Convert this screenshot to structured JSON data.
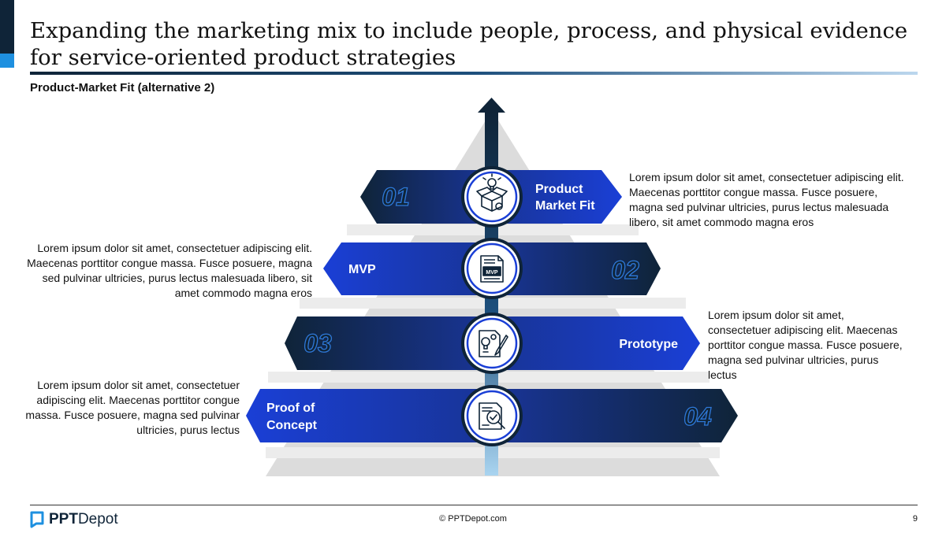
{
  "header": {
    "title": "Expanding the marketing mix to include people, process, and physical evidence for service-oriented product strategies",
    "subtitle": "Product-Market Fit (alternative 2)"
  },
  "colors": {
    "navy": "#0f2438",
    "blue": "#1a3fd6",
    "accent_light": "#1e90e0",
    "pyramid_gray": "#dcdcdc"
  },
  "stages": [
    {
      "number": "01",
      "label_line1": "Product",
      "label_line2": "Market Fit",
      "icon": "box-lightbulb-gear-icon",
      "description": "Lorem ipsum dolor sit amet, consectetuer adipiscing elit. Maecenas porttitor congue massa. Fusce posuere, magna sed pulvinar ultricies, purus lectus malesuada libero, sit amet commodo magna eros"
    },
    {
      "number": "02",
      "label_line1": "MVP",
      "label_line2": "",
      "icon": "mvp-document-icon",
      "icon_text": "MVP",
      "description": "Lorem ipsum dolor sit amet, consectetuer adipiscing elit. Maecenas porttitor congue massa. Fusce posuere, magna sed pulvinar ultricies, purus lectus malesuada libero, sit amet commodo magna eros"
    },
    {
      "number": "03",
      "label_line1": "Prototype",
      "label_line2": "",
      "icon": "blueprint-pencil-icon",
      "description": "Lorem ipsum dolor sit amet, consectetuer adipiscing elit. Maecenas porttitor congue massa. Fusce posuere, magna sed pulvinar ultricies, purus lectus"
    },
    {
      "number": "04",
      "label_line1": "Proof of",
      "label_line2": "Concept",
      "icon": "document-magnifier-check-icon",
      "description": "Lorem ipsum dolor sit amet, consectetuer adipiscing elit. Maecenas porttitor congue massa. Fusce posuere, magna sed pulvinar ultricies, purus lectus"
    }
  ],
  "footer": {
    "logo_bold": "PPT",
    "logo_rest": "Depot",
    "copyright": "© PPTDepot.com",
    "page_number": "9"
  }
}
